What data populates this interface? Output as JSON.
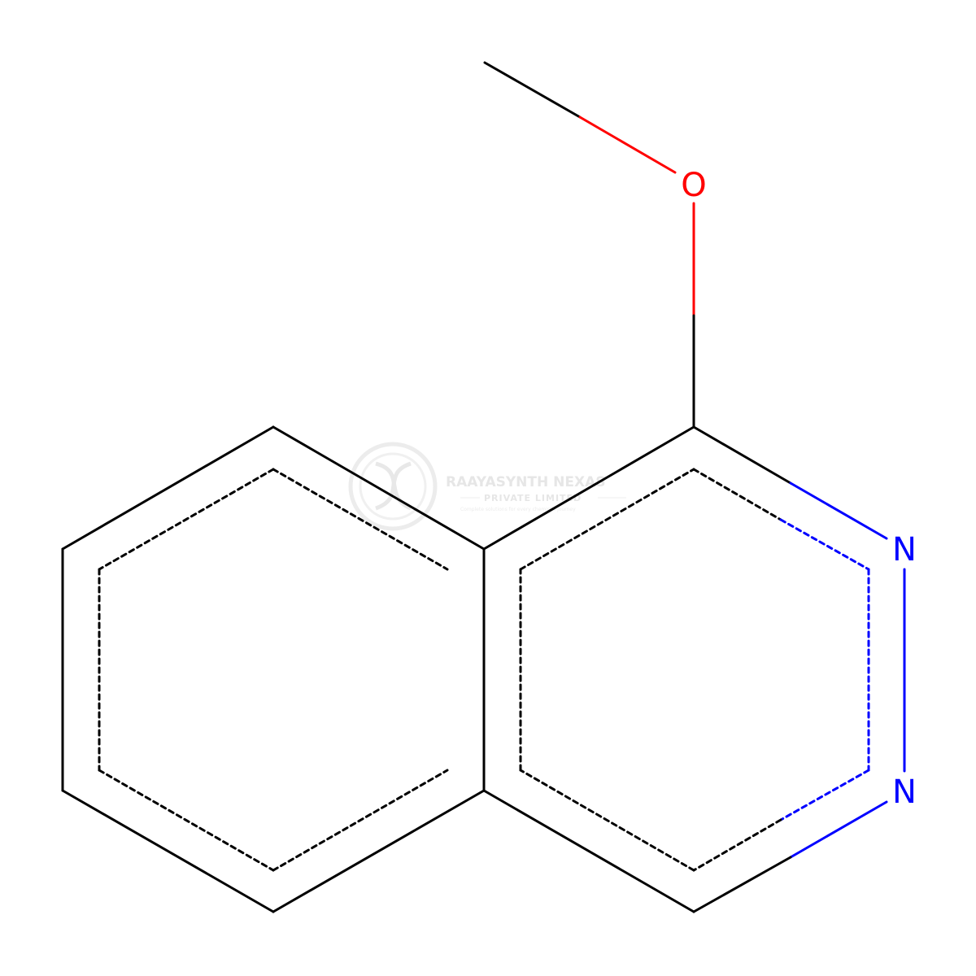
{
  "molecule": {
    "atoms": [
      {
        "id": "O1",
        "symbol": "O",
        "color": "#ff0000"
      },
      {
        "id": "N1",
        "symbol": "N",
        "color": "#0000ff"
      },
      {
        "id": "N2",
        "symbol": "N",
        "color": "#0000ff"
      }
    ],
    "colors": {
      "carbon_bond": "#000000",
      "oxygen": "#ff0000",
      "nitrogen": "#0000ff"
    }
  },
  "watermark": {
    "company": "RAAYASYNTH NEXAS",
    "subtitle": "PRIVATE LIMITED",
    "tagline": "Complete solutions for every chemist's journey",
    "color": "#e6e6e6"
  }
}
